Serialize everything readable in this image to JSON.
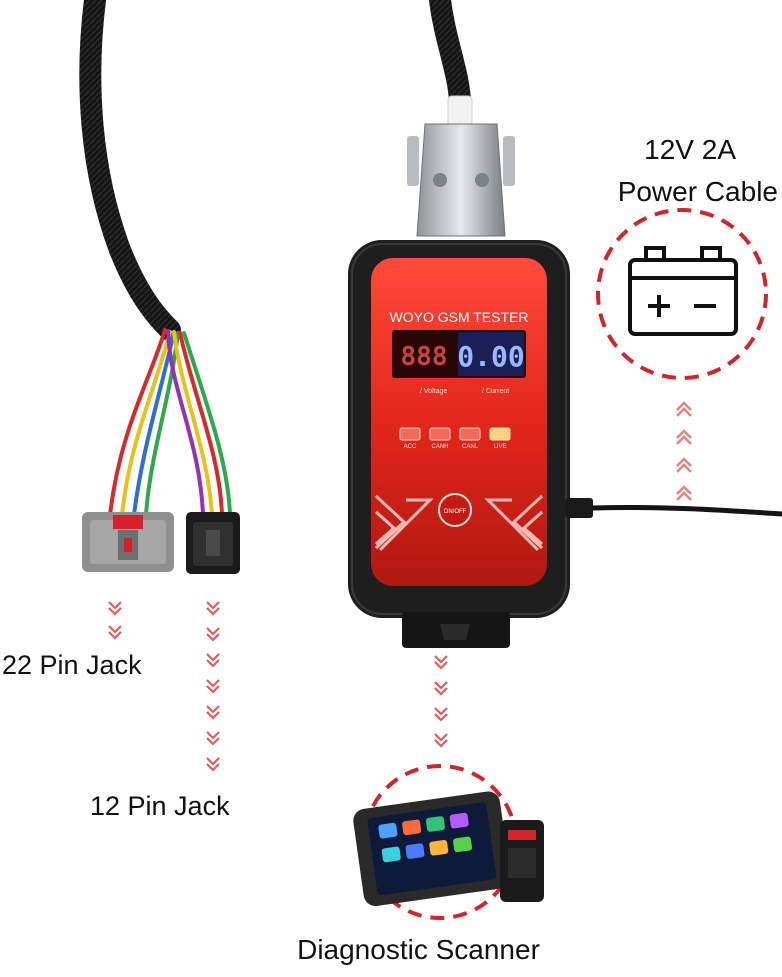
{
  "labels": {
    "pin22": "22 Pin Jack",
    "pin12": "12 Pin Jack",
    "power_line1": "12V  2A",
    "power_line2": "Power Cable",
    "scanner": "Diagnostic Scanner"
  },
  "device": {
    "title": "WOYO GSM TESTER",
    "left_display": "888",
    "right_display": "0.00",
    "voltage_label": "/ Voltage",
    "current_label": "/ Current",
    "indicators": [
      "ACC",
      "CANH",
      "CANL",
      "LIVE"
    ],
    "button": "ON/OFF"
  },
  "colors": {
    "device_red": "#e3261c",
    "device_body": "#1e1e1e",
    "accent_dashed": "#d0262a",
    "arrow": "#e35b5b",
    "display_blue": "#9bb8ff",
    "display_red": "#ff5a4a"
  }
}
